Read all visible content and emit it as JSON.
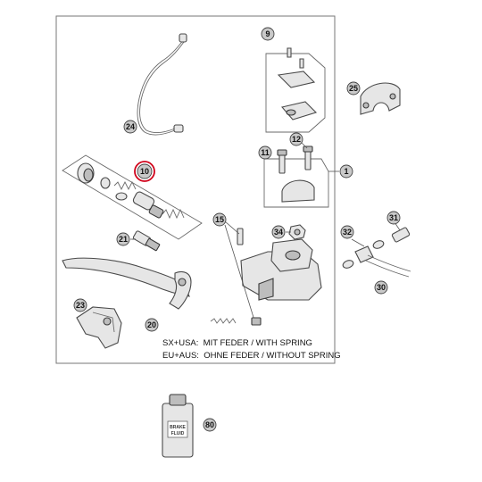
{
  "callouts": {
    "c1": "1",
    "c9": "9",
    "c10": "10",
    "c11": "11",
    "c12": "12",
    "c15": "15",
    "c20": "20",
    "c21": "21",
    "c23": "23",
    "c24": "24",
    "c25": "25",
    "c30": "30",
    "c31": "31",
    "c32": "32",
    "c34": "34",
    "c80": "80"
  },
  "legend": {
    "line1": "SX+USA:  MIT FEDER / WITH SPRING",
    "line2": "EU+AUS:  OHNE FEDER / WITHOUT SPRING"
  },
  "bottle_label": {
    "line1": "BRAKE",
    "line2": "FLUID"
  },
  "colors": {
    "highlight": "#d0021b",
    "line": "#4a4a4a",
    "part_fill": "#e6e6e6"
  }
}
